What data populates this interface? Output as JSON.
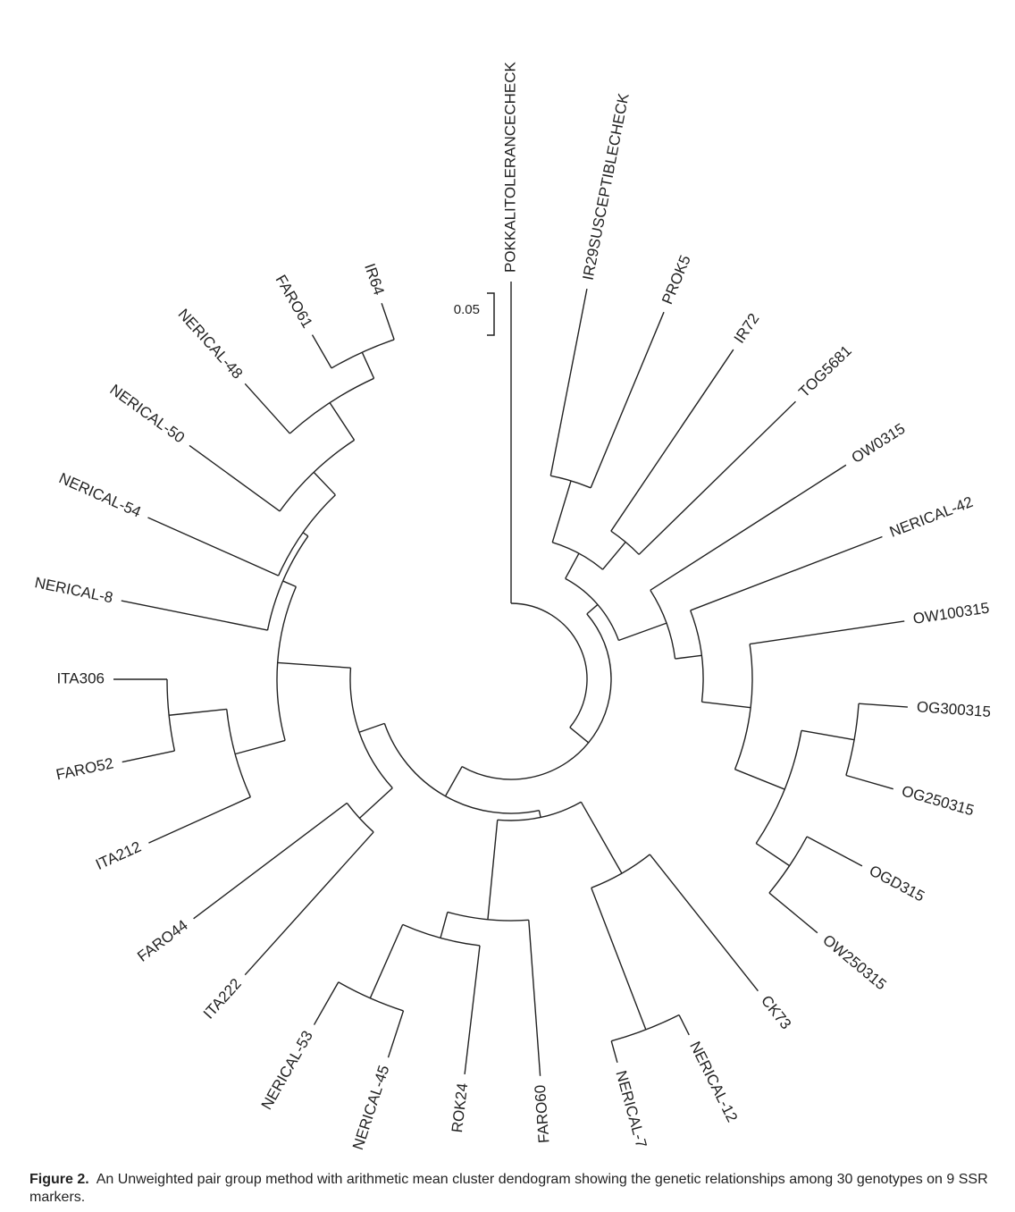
{
  "leaves": [
    "POKKALITOLERANCECHECK",
    "IR29SUSCEPTIBLECHECK",
    "PROK5",
    "IR72",
    "TOG5681",
    "OW0315",
    "NERICAL-42",
    "OW100315",
    "OG300315",
    "OG250315",
    "OGD315",
    "OW250315",
    "CK73",
    "NERICAL-12",
    "NERICAL-7",
    "FARO60",
    "ROK24",
    "NERICAL-45",
    "NERICAL-53",
    "ITA222",
    "FARO44",
    "ITA212",
    "FARO52",
    "ITA306",
    "NERICAL-8",
    "NERICAL-54",
    "NERICAL-50",
    "NERICAL-48",
    "FARO61",
    "IR64"
  ],
  "scale_bar": {
    "label": "0.05"
  },
  "caption": {
    "label": "Figure 2.",
    "text": "An Unweighted pair group method with arithmetic mean cluster dendogram showing the genetic relationships among 30 genotypes on 9 SSR markers."
  },
  "colors": {
    "line": "#222222",
    "text": "#222222"
  }
}
